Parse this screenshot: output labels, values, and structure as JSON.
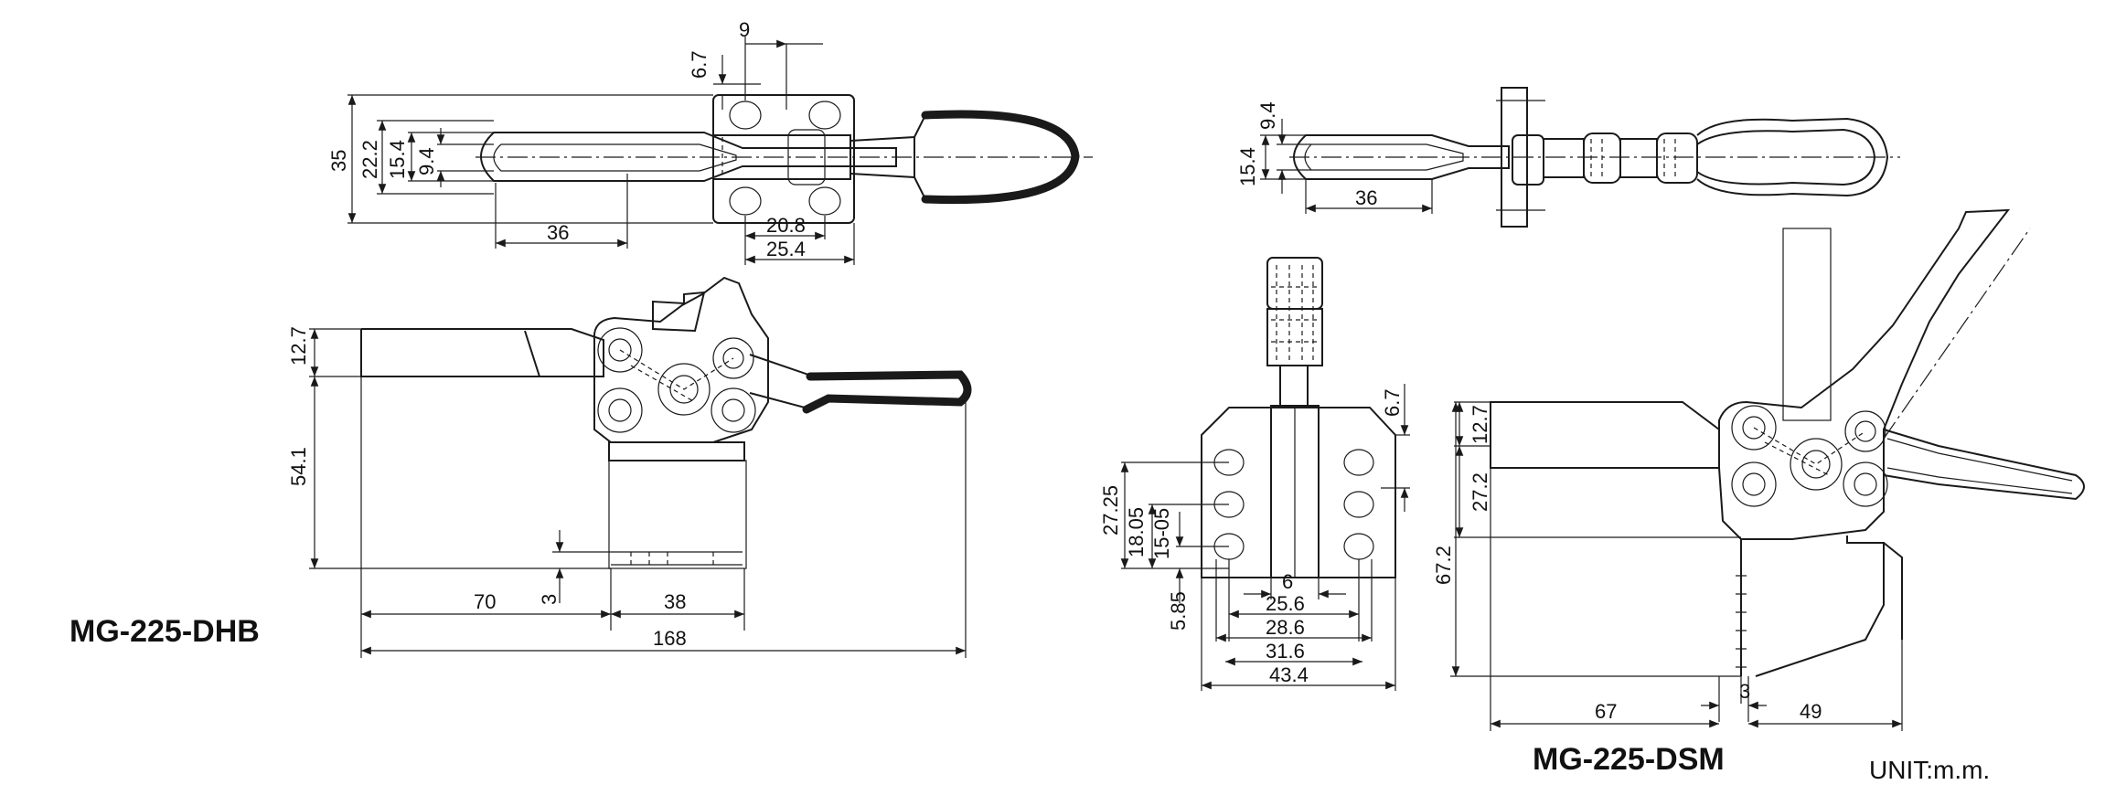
{
  "models": {
    "left": "MG-225-DHB",
    "right": "MG-225-DSM"
  },
  "unit_label": "UNIT:m.m.",
  "dims": {
    "dhb_top": [
      "9",
      "6.7",
      "35",
      "22.2",
      "15.4",
      "9.4",
      "36",
      "20.8",
      "25.4"
    ],
    "dhb_side": [
      "12.7",
      "54.1",
      "70",
      "3",
      "38",
      "168"
    ],
    "dsm_top": [
      "9.4",
      "15.4",
      "36"
    ],
    "dsm_front": [
      "6.7",
      "27.25",
      "18.05",
      "15-05",
      "5.85",
      "6",
      "25.6",
      "28.6",
      "31.6",
      "43.4"
    ],
    "dsm_side": [
      "12.7",
      "27.2",
      "67.2",
      "67",
      "3",
      "49"
    ]
  }
}
